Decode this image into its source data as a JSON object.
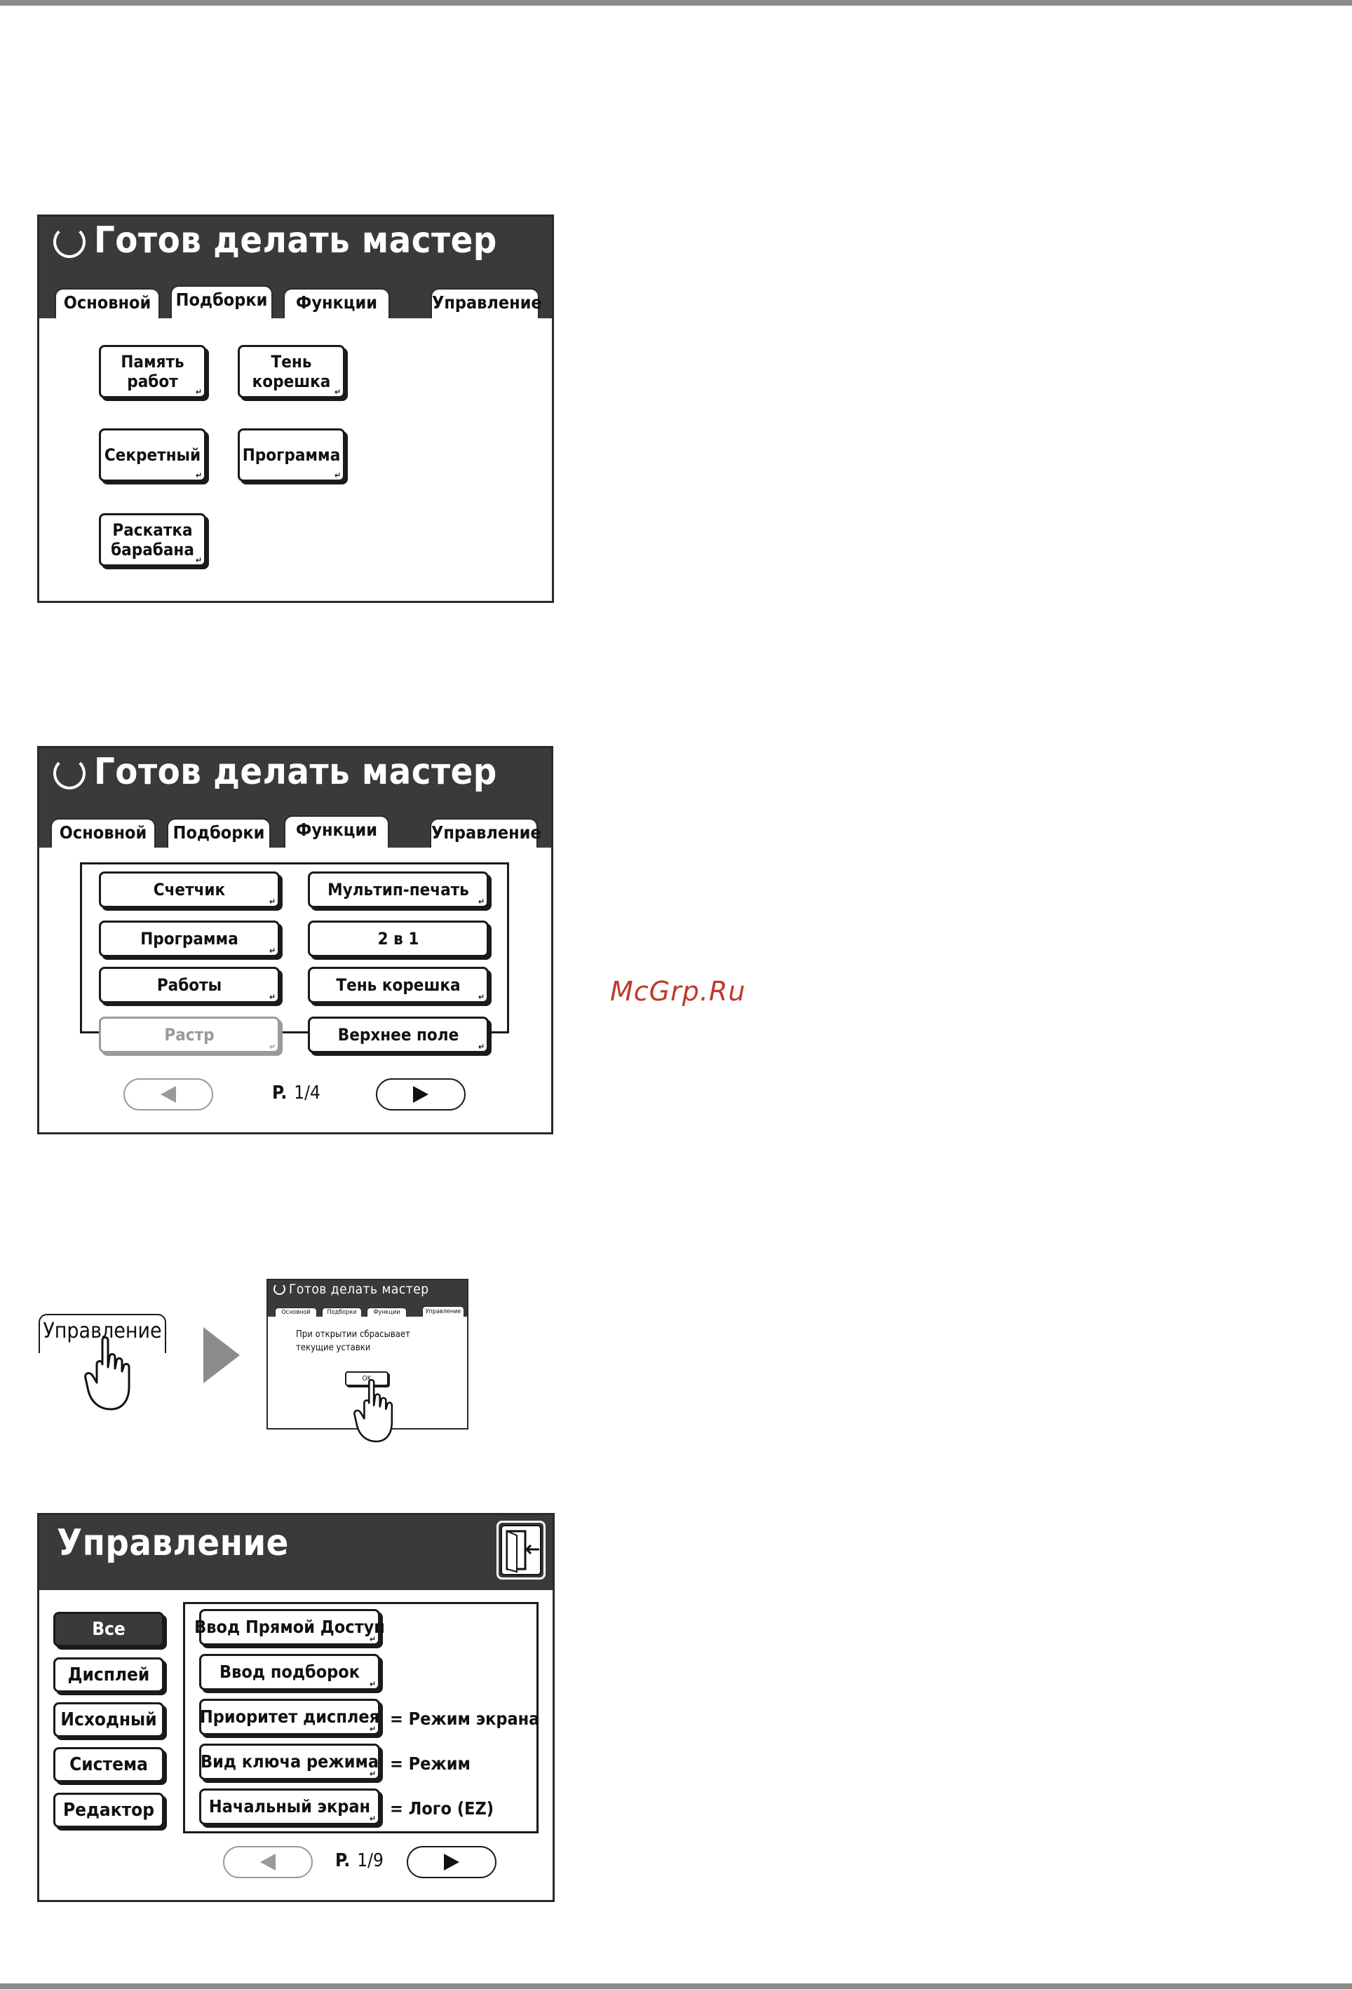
{
  "screen1": {
    "title": "Готов делать мастер",
    "tabs": [
      "Основной",
      "Подборки",
      "Функции",
      "Управление"
    ],
    "buttons": [
      {
        "line1": "Память",
        "line2": "работ"
      },
      {
        "line1": "Тень",
        "line2": "корешка"
      },
      {
        "line1": "Секретный",
        "line2": ""
      },
      {
        "line1": "Программа",
        "line2": ""
      },
      {
        "line1": "Раскатка",
        "line2": "барабана"
      }
    ]
  },
  "screen2": {
    "title": "Готов делать мастер",
    "tabs": [
      "Основной",
      "Подборки",
      "Функции",
      "Управление"
    ],
    "left_buttons": [
      "Счетчик",
      "Программа",
      "Работы",
      "Растр"
    ],
    "right_buttons": [
      "Мультип-печать",
      "2 в 1",
      "Тень корешка",
      "Верхнее поле"
    ],
    "pager": {
      "prefix": "P.",
      "value": "1/4"
    }
  },
  "watermark": "McGrp.Ru",
  "step": {
    "tab_label": "Управление",
    "mini_title": "Готов делать мастер",
    "mini_tabs": [
      "Основной",
      "Подборки",
      "Функции",
      "Управление"
    ],
    "message_line1": "При открытии сбрасывает",
    "message_line2": "текущие уставки",
    "ok_label": "OK"
  },
  "screen3": {
    "title": "Управление",
    "categories": [
      "Все",
      "Дисплей",
      "Исходный",
      "Система",
      "Редактор"
    ],
    "settings": [
      {
        "label": "Ввод Прямой Доступ",
        "value": ""
      },
      {
        "label": "Ввод подборок",
        "value": ""
      },
      {
        "label": "Приоритет дисплея",
        "value": "= Режим экрана"
      },
      {
        "label": "Вид ключа режима",
        "value": "= Режим"
      },
      {
        "label": "Начальный экран",
        "value": "= Лого (EZ)"
      }
    ],
    "pager": {
      "prefix": "P.",
      "value": "1/9"
    }
  },
  "colors": {
    "titlebar": "#3a3a3a",
    "watermark": "#c0392b",
    "disabled": "#9a9a9a"
  }
}
